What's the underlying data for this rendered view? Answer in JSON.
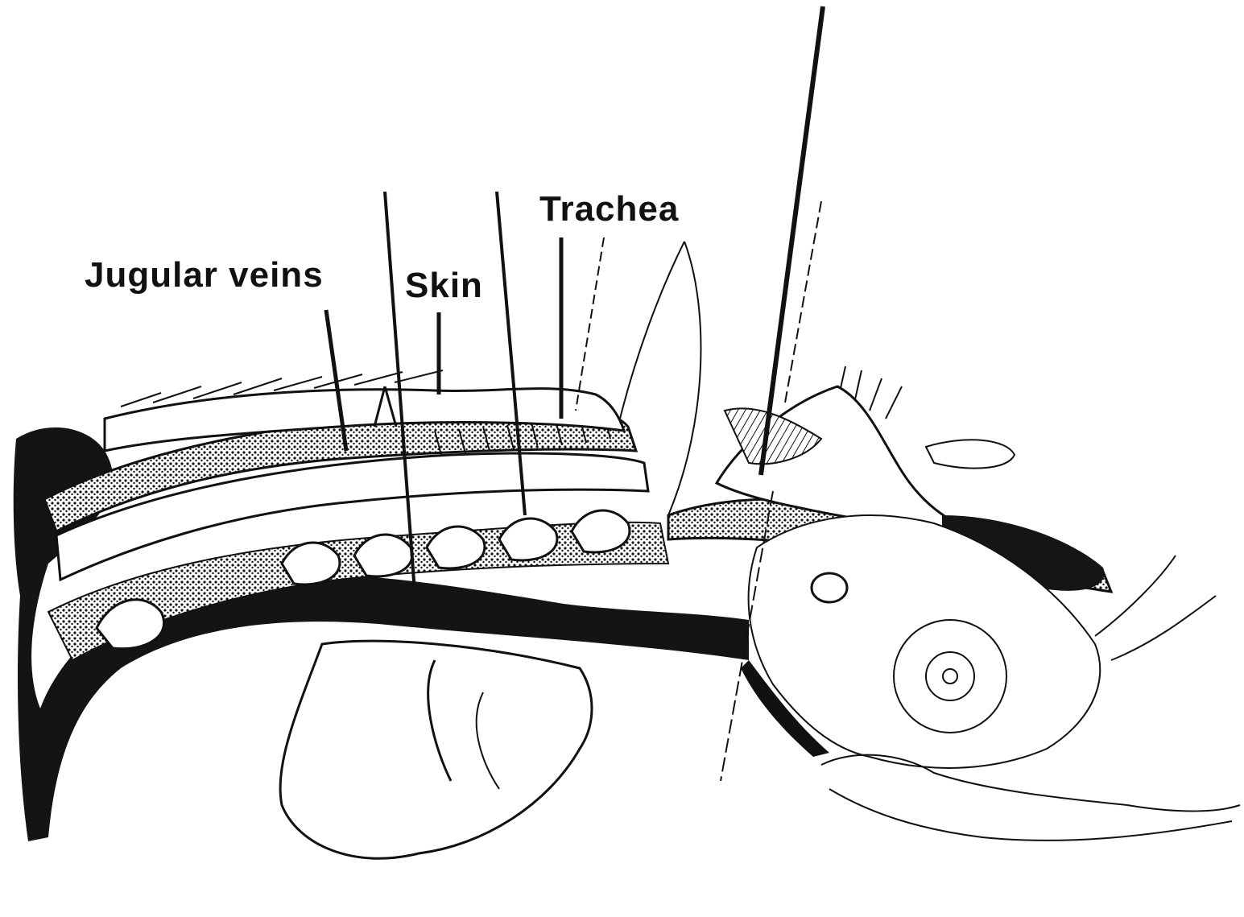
{
  "labels": {
    "jugular_veins": "Jugular veins",
    "skin": "Skin",
    "trachea": "Trachea"
  },
  "colors": {
    "ink": "#111111",
    "background": "#ffffff"
  }
}
